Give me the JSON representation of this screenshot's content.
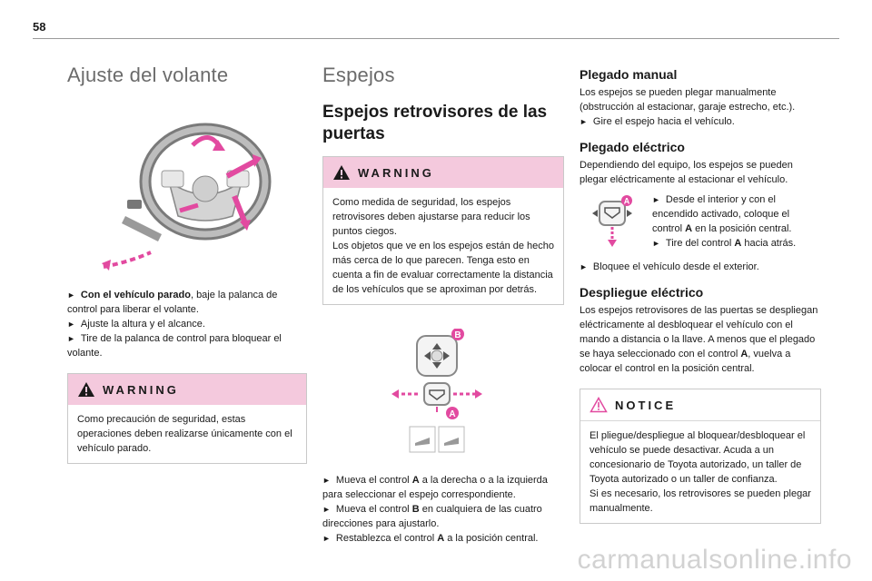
{
  "page_number": "58",
  "col1": {
    "title": "Ajuste del volante",
    "b1_bold": "Con el vehículo parado",
    "b1_rest": ", baje la palanca de control para liberar el volante.",
    "b2": "Ajuste la altura y el alcance.",
    "b3": "Tire de la palanca de control para bloquear el volante.",
    "warning_label": "WARNING",
    "warning_text": "Como precaución de seguridad, estas operaciones deben realizarse únicamente con el vehículo parado."
  },
  "col2": {
    "title": "Espejos",
    "subtitle": "Espejos retrovisores de las puertas",
    "warning_label": "WARNING",
    "warning_text": "Como medida de seguridad, los espejos retrovisores deben ajustarse para reducir los puntos ciegos.\nLos objetos que ve en los espejos están de hecho más cerca de lo que parecen. Tenga esto en cuenta a fin de evaluar correctamente la distancia de los vehículos que se aproximan por detrás.",
    "label_b": "B",
    "label_a": "A",
    "b1_pre": "Mueva el control ",
    "b1_bold": "A",
    "b1_post": " a la derecha o a la izquierda para seleccionar el espejo correspondiente.",
    "b2_pre": "Mueva el control ",
    "b2_bold": "B",
    "b2_post": " en cualquiera de las cuatro direcciones para ajustarlo.",
    "b3_pre": "Restablezca el control ",
    "b3_bold": "A",
    "b3_post": " a la posición central."
  },
  "col3": {
    "h_manual": "Plegado manual",
    "manual_text": "Los espejos se pueden plegar manualmente (obstrucción al estacionar, garaje estrecho, etc.).",
    "manual_b1": "Gire el espejo hacia el vehículo.",
    "h_elec": "Plegado eléctrico",
    "elec_text": "Dependiendo del equipo, los espejos se pueden plegar eléctricamente al estacionar el vehículo.",
    "label_a": "A",
    "elec_b1_pre": "Desde el interior y con el encendido activado, coloque el control ",
    "elec_b1_bold": "A",
    "elec_b1_post": " en la posición central.",
    "elec_b2_pre": "Tire del control ",
    "elec_b2_bold": "A",
    "elec_b2_post": " hacia atrás.",
    "elec_b3": "Bloquee el vehículo desde el exterior.",
    "h_despliegue": "Despliegue eléctrico",
    "desp_pre": "Los espejos retrovisores de las puertas se despliegan eléctricamente al desbloquear el vehículo con el mando a distancia o la llave. A menos que el plegado se haya seleccionado con el control ",
    "desp_bold": "A",
    "desp_post": ", vuelva a colocar el control en la posición central.",
    "notice_label": "NOTICE",
    "notice_text": "El pliegue/despliegue al bloquear/desbloquear el vehículo se puede desactivar. Acuda a un concesionario de Toyota autorizado, un taller de Toyota autorizado o un taller de confianza.\nSi es necesario, los retrovisores se pueden plegar manualmente."
  },
  "watermark": "carmanualsonline.info",
  "colors": {
    "accent_pink": "#f4c9dd",
    "arrow_magenta": "#e24aa0"
  }
}
